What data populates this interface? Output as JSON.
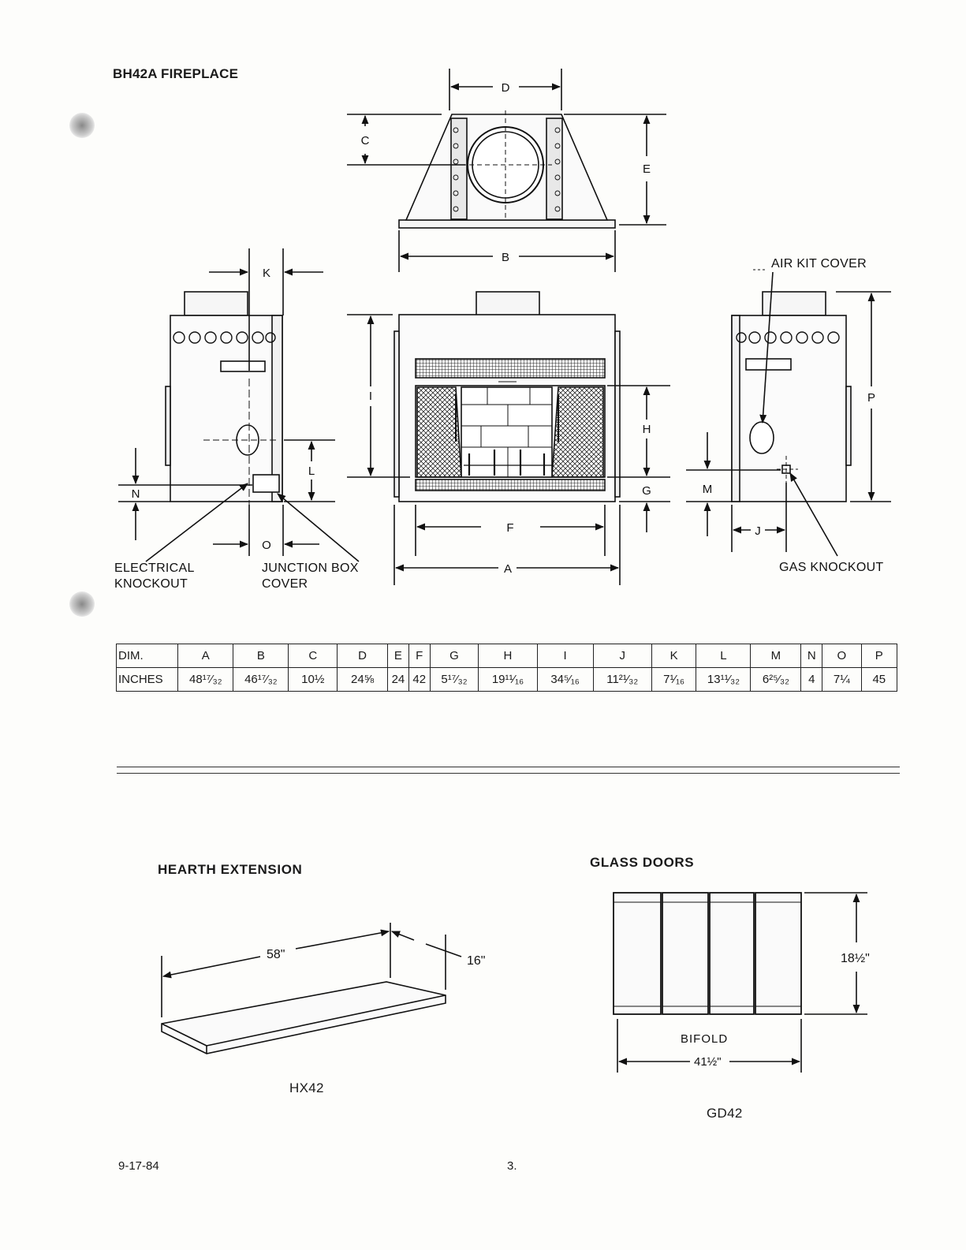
{
  "page": {
    "title": "BH42A FIREPLACE",
    "footer_date": "9-17-84",
    "page_number": "3."
  },
  "diagram": {
    "dim_letters": {
      "A": "A",
      "B": "B",
      "C": "C",
      "D": "D",
      "E": "E",
      "F": "F",
      "G": "G",
      "H": "H",
      "I": "I",
      "J": "J",
      "K": "K",
      "L": "L",
      "M": "M",
      "N": "N",
      "O": "O",
      "P": "P"
    },
    "labels": {
      "air_kit_cover": "AIR KIT COVER",
      "electrical_knockout_1": "ELECTRICAL",
      "electrical_knockout_2": "KNOCKOUT",
      "junction_box_1": "JUNCTION BOX",
      "junction_box_2": "COVER",
      "gas_knockout": "GAS KNOCKOUT"
    }
  },
  "dimensions_table": {
    "row_header_dim": "DIM.",
    "row_header_inches": "INCHES",
    "columns": [
      "A",
      "B",
      "C",
      "D",
      "E",
      "F",
      "G",
      "H",
      "I",
      "J",
      "K",
      "L",
      "M",
      "N",
      "O",
      "P"
    ],
    "values": [
      "48¹⁷⁄₃₂",
      "46¹⁷⁄₃₂",
      "10½",
      "24⅝",
      "24",
      "42",
      "5¹⁷⁄₃₂",
      "19¹¹⁄₁₆",
      "34⁵⁄₁₆",
      "11²¹⁄₃₂",
      "7¹⁄₁₆",
      "13¹¹⁄₃₂",
      "6²⁵⁄₃₂",
      "4",
      "7¼",
      "45"
    ]
  },
  "hearth_extension": {
    "title": "HEARTH EXTENSION",
    "length": "58\"",
    "depth": "16\"",
    "model": "HX42"
  },
  "glass_doors": {
    "title": "GLASS DOORS",
    "height": "18½\"",
    "type": "BIFOLD",
    "width": "41½\"",
    "model": "GD42"
  }
}
